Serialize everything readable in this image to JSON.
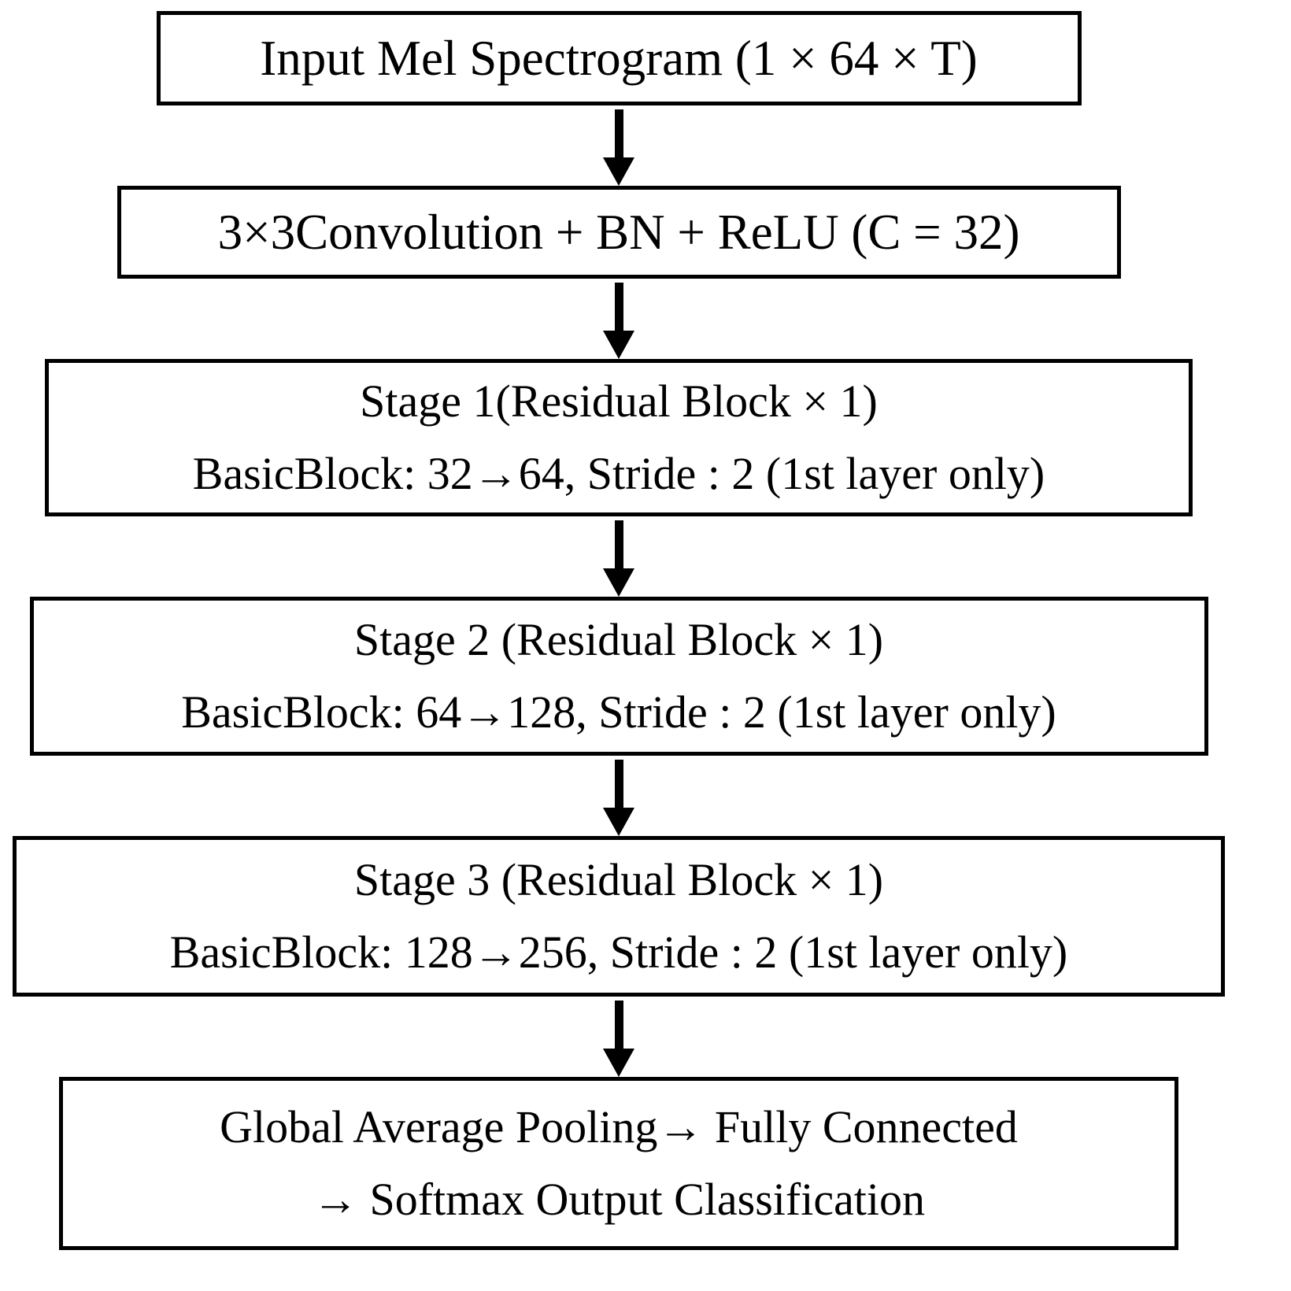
{
  "diagram": {
    "type": "flowchart",
    "direction": "top-down",
    "background_color": "#ffffff",
    "line_color": "#000000",
    "text_color": "#000000",
    "nodes": [
      {
        "id": "input",
        "lines": [
          "Input Mel Spectrogram (1 × 64 × T)"
        ]
      },
      {
        "id": "conv",
        "lines": [
          "3×3Convolution + BN + ReLU (C = 32)"
        ]
      },
      {
        "id": "stage1",
        "lines": [
          "Stage 1(Residual Block × 1)",
          "BasicBlock: 32→64, Stride : 2 (1st layer only)"
        ]
      },
      {
        "id": "stage2",
        "lines": [
          "Stage 2 (Residual Block × 1)",
          "BasicBlock: 64→128, Stride : 2 (1st layer only)"
        ]
      },
      {
        "id": "stage3",
        "lines": [
          "Stage 3 (Residual Block × 1)",
          "BasicBlock: 128→256, Stride : 2 (1st layer only)"
        ]
      },
      {
        "id": "output",
        "lines": [
          "Global Average Pooling→ Fully Connected",
          "→ Softmax Output Classification"
        ]
      }
    ],
    "edges": [
      {
        "from": "input",
        "to": "conv",
        "style": "arrow-down"
      },
      {
        "from": "conv",
        "to": "stage1",
        "style": "arrow-down"
      },
      {
        "from": "stage1",
        "to": "stage2",
        "style": "arrow-down"
      },
      {
        "from": "stage2",
        "to": "stage3",
        "style": "arrow-down"
      },
      {
        "from": "stage3",
        "to": "output",
        "style": "arrow-down"
      }
    ]
  }
}
